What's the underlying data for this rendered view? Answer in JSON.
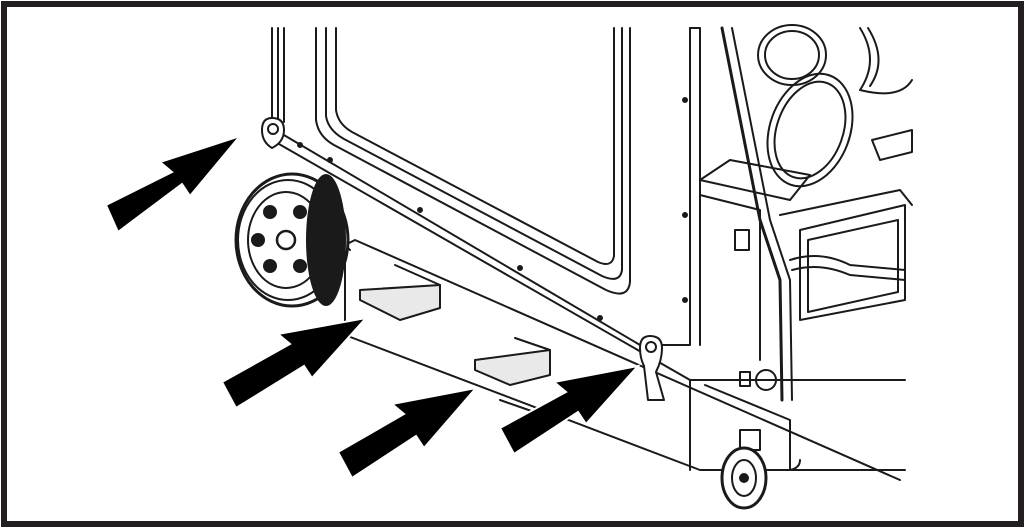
{
  "figure": {
    "description_free": true,
    "colors": {
      "frame": "#231f20",
      "line": "#1a1a1a",
      "fill_light": "#ffffff",
      "fill_shade": "#e9e9e9",
      "arrow": "#000000"
    },
    "arrows": [
      {
        "target": "upper-left-lifting-eye"
      },
      {
        "target": "left-forklift-pocket"
      },
      {
        "target": "right-forklift-pocket"
      },
      {
        "target": "lower-right-lifting-eye"
      }
    ],
    "icons": [
      "lifting-eye-icon",
      "arrow-icon",
      "wheel-icon",
      "caster-icon"
    ]
  }
}
